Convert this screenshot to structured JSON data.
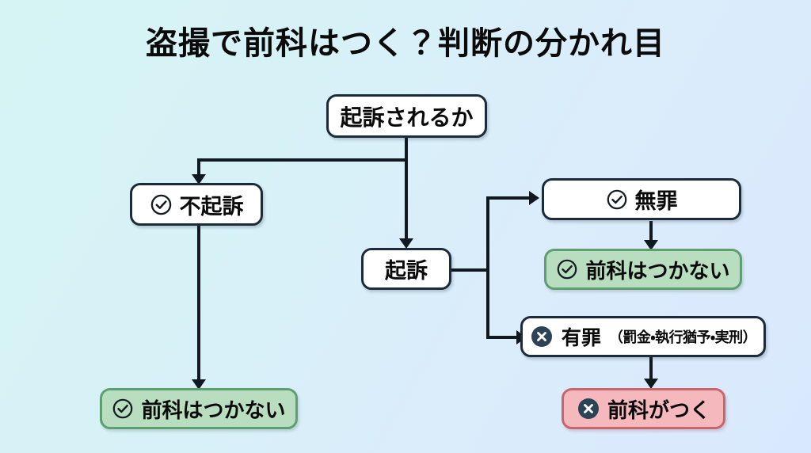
{
  "page": {
    "title": "盗撮で前科はつく？判断の分かれ目",
    "background_start": "#d6f4f4",
    "background_end": "#d9e9fd"
  },
  "colors": {
    "node_border": "#1b2b3a",
    "node_fill": "#ffffff",
    "positive_fill": "#b9debf",
    "positive_border": "#5f9e72",
    "negative_fill": "#f4b8bd",
    "negative_border": "#c7666f",
    "icon_dark": "#2b4257",
    "connector": "#101821"
  },
  "flow": {
    "root": {
      "label": "起訴されるか",
      "icon": ""
    },
    "nodes": [
      {
        "id": "hikiso",
        "label": "不起訴",
        "sub": "",
        "icon": "check-circle-icon",
        "style": "plain"
      },
      {
        "id": "kiso",
        "label": "起訴",
        "sub": "",
        "icon": "",
        "style": "plain"
      },
      {
        "id": "muzai",
        "label": "無罪",
        "sub": "",
        "icon": "check-circle-icon",
        "style": "plain"
      },
      {
        "id": "yuzai",
        "label": "有罪",
        "sub": "（罰金・執行猶予・実刑）",
        "icon": "x-circle-icon",
        "style": "plain"
      },
      {
        "id": "result-a",
        "label": "前科はつかない",
        "sub": "",
        "icon": "check-circle-icon",
        "style": "positive"
      },
      {
        "id": "result-b",
        "label": "前科はつかない",
        "sub": "",
        "icon": "check-circle-icon",
        "style": "positive"
      },
      {
        "id": "result-c",
        "label": "前科がつく",
        "sub": "",
        "icon": "x-circle-icon",
        "style": "negative"
      }
    ]
  }
}
